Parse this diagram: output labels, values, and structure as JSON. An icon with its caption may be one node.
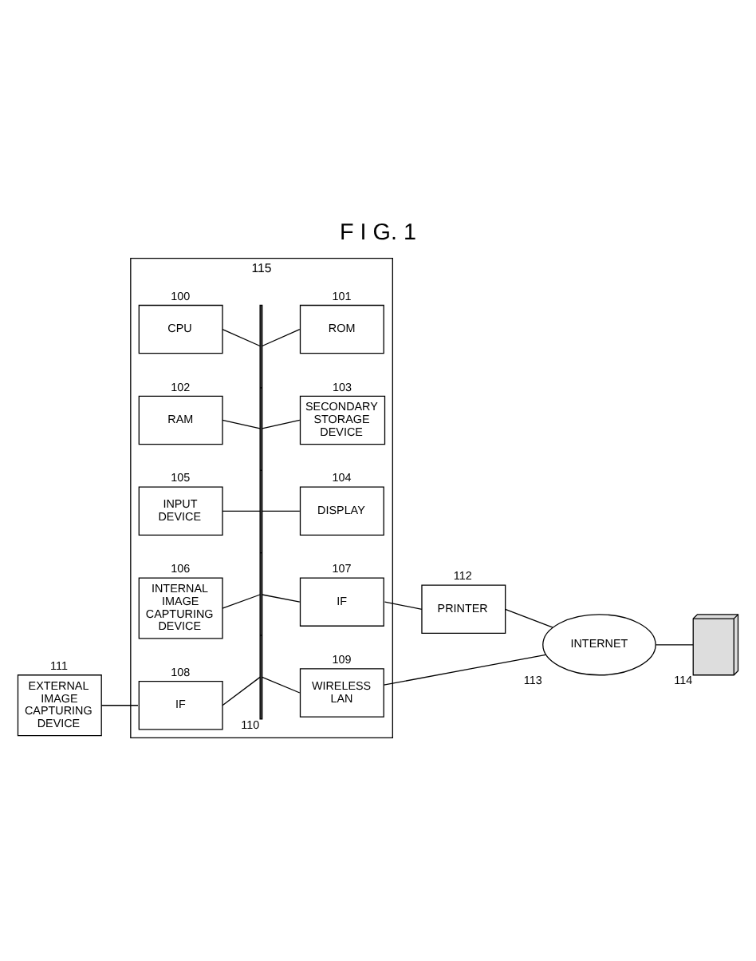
{
  "diagram": {
    "title": "F I G. 1",
    "nodes": [
      {
        "text": [],
        "shape": "box",
        "beside": [
          "115"
        ]
      },
      {
        "text": [],
        "shape": "bar",
        "beside": [
          "110"
        ],
        "in": 0
      },
      {
        "text": [
          "CPU"
        ],
        "beside": [
          "100"
        ],
        "in": 0
      },
      {
        "text": [
          "ROM"
        ],
        "beside": [
          "101"
        ],
        "in": 0
      },
      {
        "text": [
          "RAM"
        ],
        "beside": [
          "102"
        ],
        "in": 0
      },
      {
        "text": [
          "SECONDARY STORAGE DEVICE"
        ],
        "beside": [
          "103"
        ],
        "in": 0
      },
      {
        "text": [
          "INPUT DEVICE"
        ],
        "beside": [
          "105"
        ],
        "in": 0
      },
      {
        "text": [
          "DISPLAY"
        ],
        "beside": [
          "104"
        ],
        "in": 0
      },
      {
        "text": [
          "INTERNAL IMAGE CAPTURING DEVICE"
        ],
        "beside": [
          "106"
        ],
        "in": 0
      },
      {
        "text": [
          "IF"
        ],
        "beside": [
          "107"
        ],
        "in": 0
      },
      {
        "text": [
          "IF"
        ],
        "beside": [
          "108"
        ],
        "in": 0
      },
      {
        "text": [
          "WIRELESS LAN"
        ],
        "beside": [
          "109"
        ],
        "in": 0
      },
      {
        "text": [
          "EXTERNAL IMAGE CAPTURING DEVICE"
        ],
        "beside": [
          "111"
        ]
      },
      {
        "text": [
          "PRINTER"
        ],
        "beside": [
          "112"
        ]
      },
      {
        "text": [
          "INTERNET"
        ],
        "beside": [
          "113"
        ]
      },
      {
        "text": [],
        "shape": "picture",
        "beside": [
          "114"
        ]
      }
    ],
    "edges": [
      {
        "from": 2,
        "to": 1,
        "arrow": "none"
      },
      {
        "from": 1,
        "to": 3,
        "arrow": "none"
      },
      {
        "from": 4,
        "to": 1,
        "arrow": "none"
      },
      {
        "from": 1,
        "to": 5,
        "arrow": "none"
      },
      {
        "from": 6,
        "to": 1,
        "arrow": "none"
      },
      {
        "from": 1,
        "to": 7,
        "arrow": "none"
      },
      {
        "from": 8,
        "to": 1,
        "arrow": "none"
      },
      {
        "from": 1,
        "to": 9,
        "arrow": "none"
      },
      {
        "from": 10,
        "to": 1,
        "arrow": "none"
      },
      {
        "from": 1,
        "to": 11,
        "arrow": "none"
      },
      {
        "from": 12,
        "to": 10,
        "arrow": "none"
      },
      {
        "from": 9,
        "to": 13,
        "arrow": "none"
      },
      {
        "from": 13,
        "to": 14,
        "arrow": "none"
      },
      {
        "from": 11,
        "to": 14,
        "arrow": "none"
      },
      {
        "from": 14,
        "to": 15,
        "arrow": "none"
      }
    ]
  }
}
